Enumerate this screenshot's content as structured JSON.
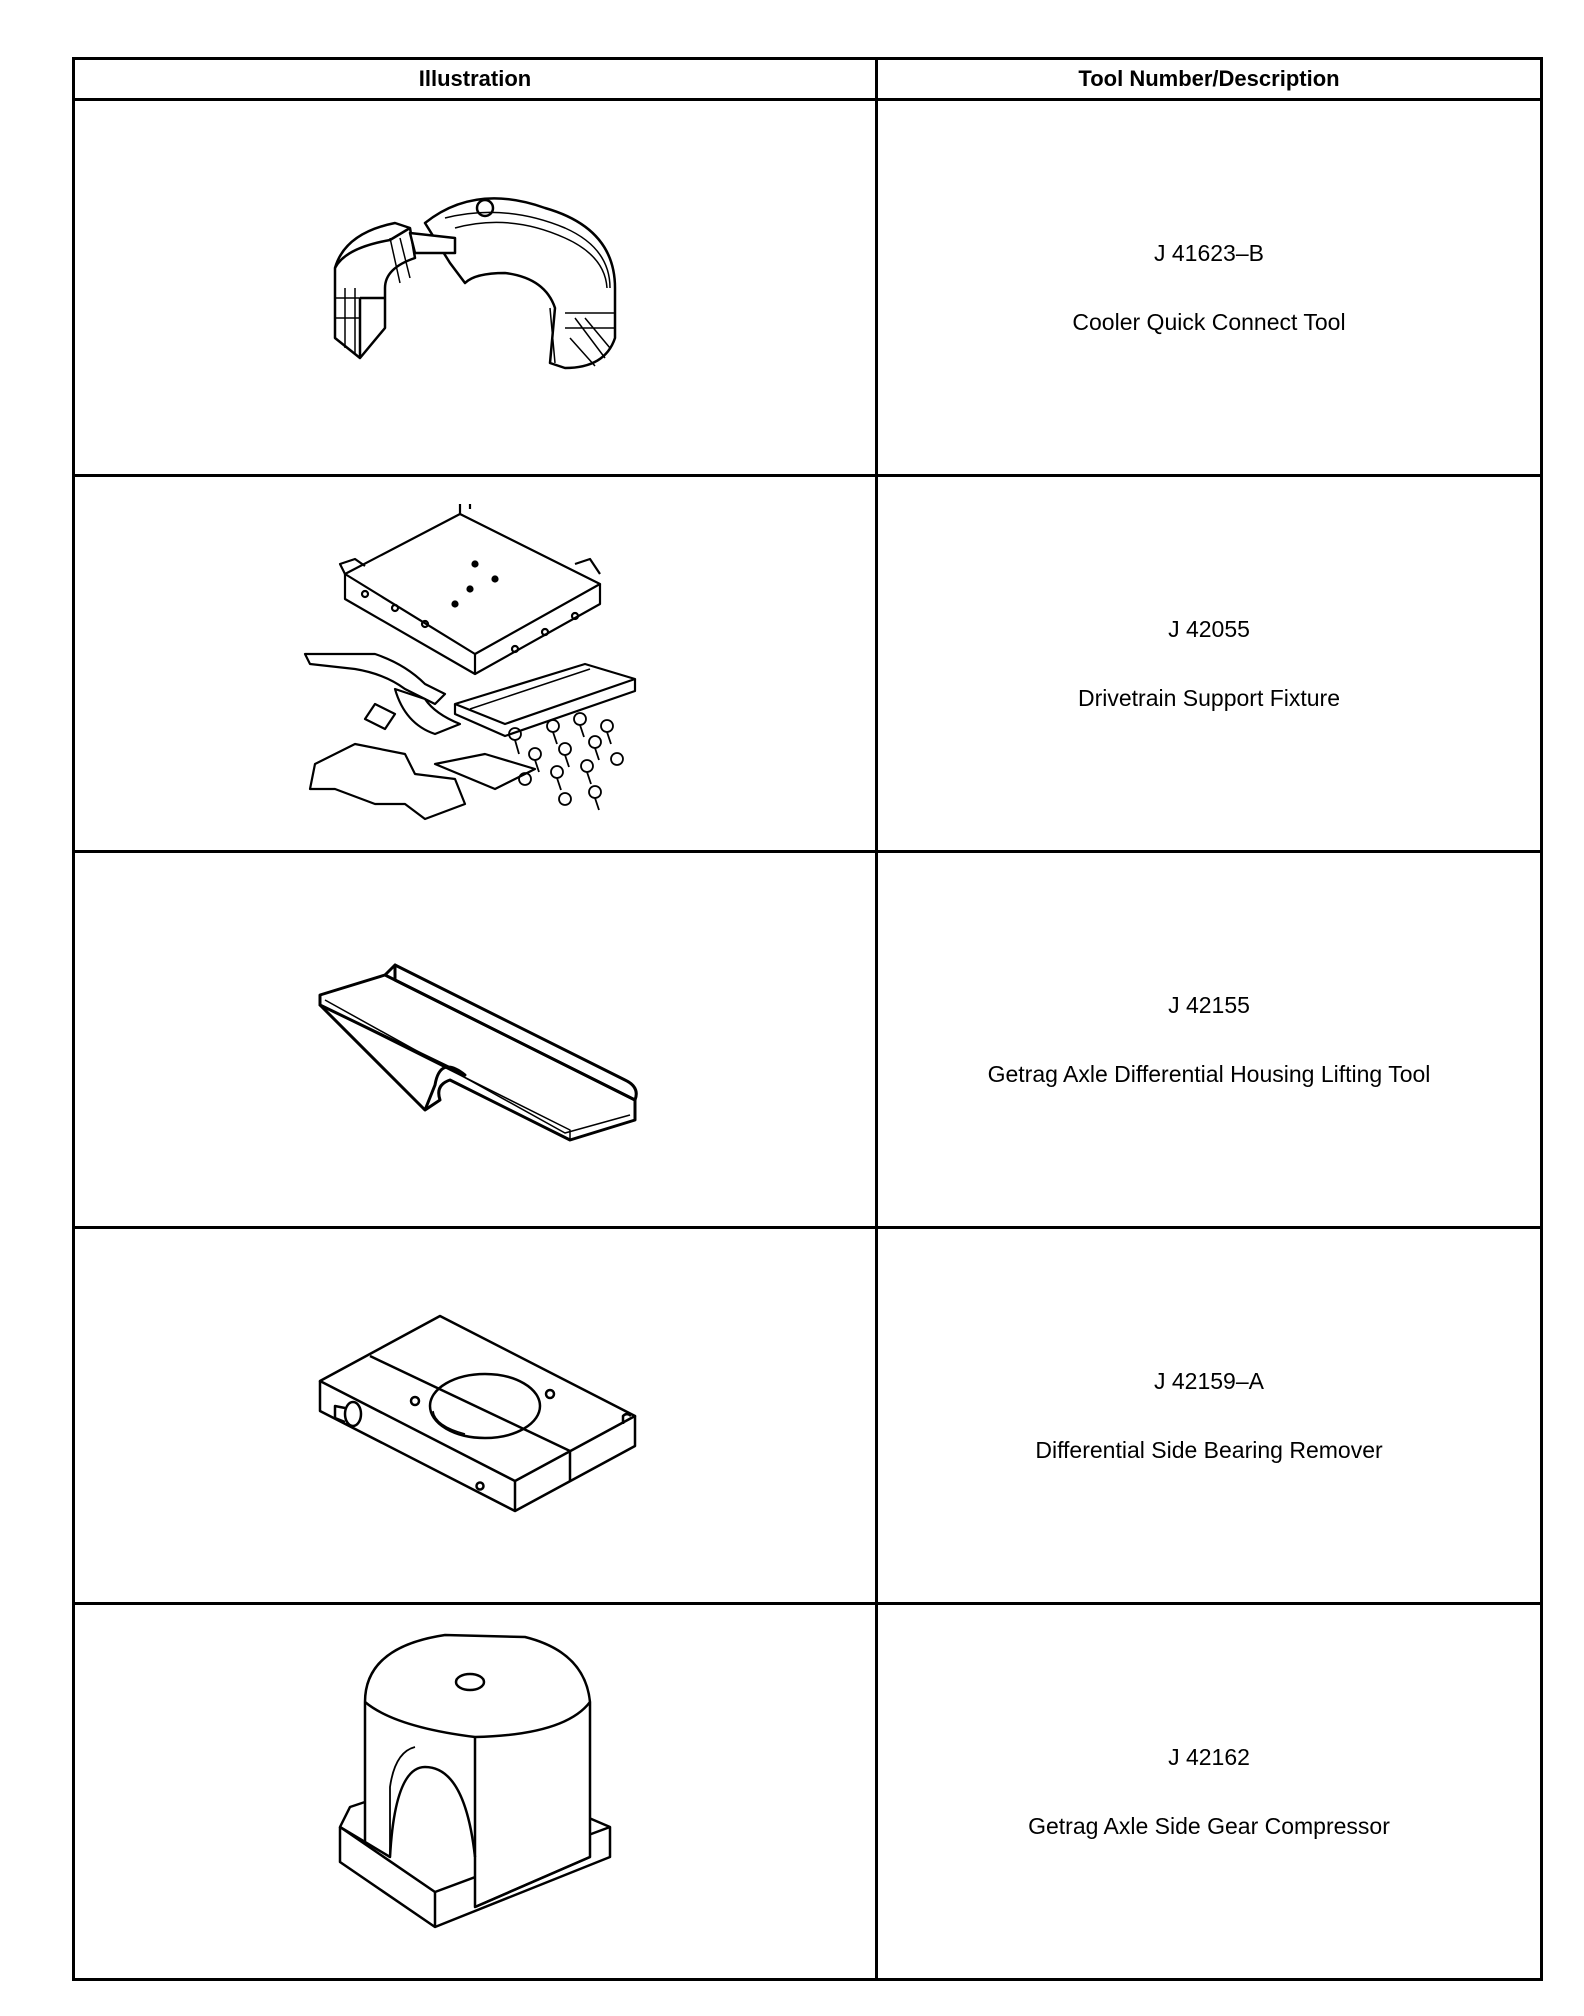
{
  "table": {
    "headers": {
      "illustration": "Illustration",
      "description": "Tool Number/Description"
    },
    "rows": [
      {
        "number": "J 41623–B",
        "name": "Cooler Quick Connect Tool",
        "illustration_icon": "cooler-quick-connect-tool-icon"
      },
      {
        "number": "J 42055",
        "name": "Drivetrain Support Fixture",
        "illustration_icon": "drivetrain-support-fixture-icon"
      },
      {
        "number": "J 42155",
        "name": "Getrag Axle Differential Housing Lifting Tool",
        "illustration_icon": "lifting-tool-icon"
      },
      {
        "number": "J 42159–A",
        "name": "Differential Side Bearing Remover",
        "illustration_icon": "side-bearing-remover-icon"
      },
      {
        "number": "J 42162",
        "name": "Getrag Axle Side Gear Compressor",
        "illustration_icon": "side-gear-compressor-icon"
      }
    ]
  }
}
